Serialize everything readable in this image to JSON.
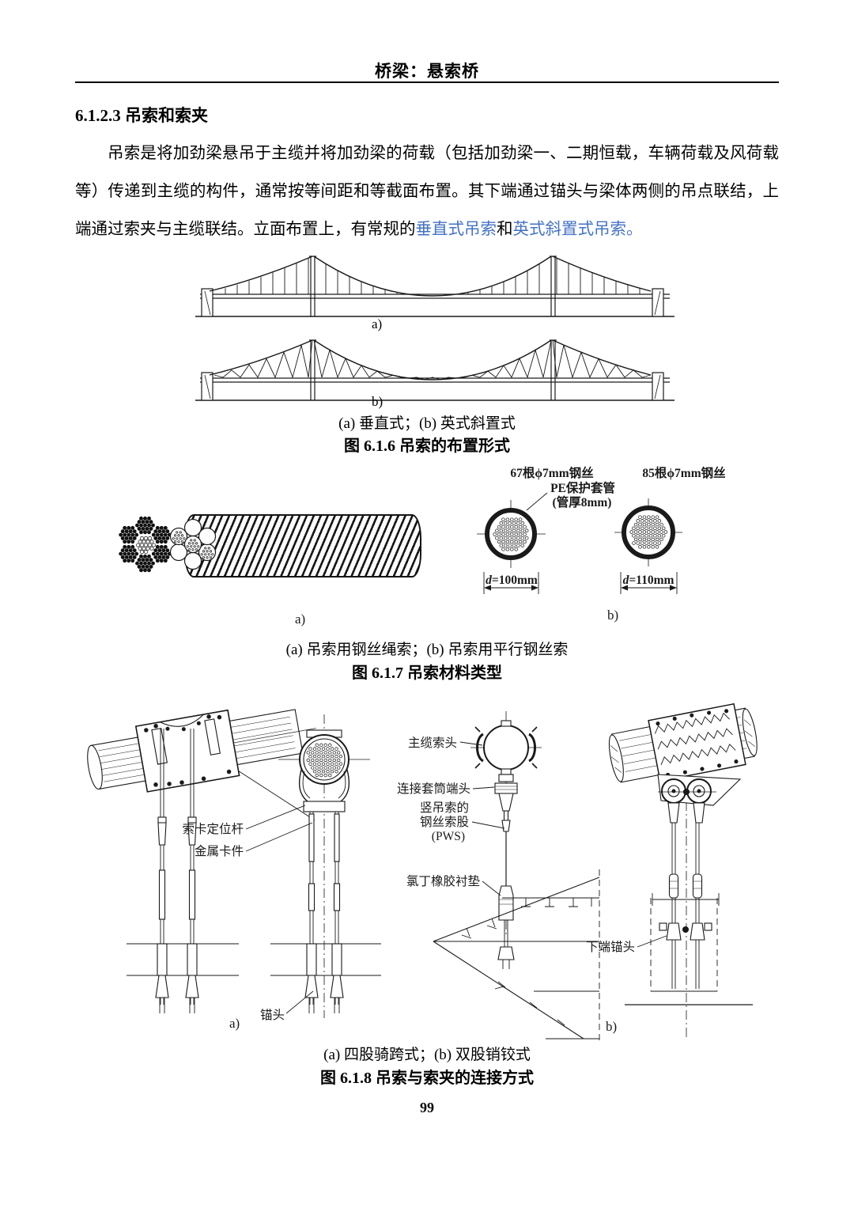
{
  "header": {
    "title": "桥梁：悬索桥"
  },
  "section": {
    "number_title": "6.1.2.3 吊索和索夹"
  },
  "paragraph": {
    "part1": "吊索是将加劲梁悬吊于主缆并将加劲梁的荷载（包括加劲梁一、二期恒载，车辆荷载及风荷载等）传递到主缆的构件，通常按等间距和等截面布置。其下端通过锚头与梁体两侧的吊点联结，上端通过索夹与主缆联结。立面布置上，有常规的",
    "link_vertical": "垂直式吊索",
    "conjunction": "和",
    "link_inclined": "英式斜置式吊索",
    "period": "。"
  },
  "fig616": {
    "label_a": "a)",
    "label_b": "b)",
    "caption_sub": "(a) 垂直式；(b) 英式斜置式",
    "caption_main": "图 6.1.6 吊索的布置形式"
  },
  "fig617": {
    "label_a": "a)",
    "label_b": "b)",
    "wires67": "67根ϕ7mm钢丝",
    "wires85": "85根ϕ7mm钢丝",
    "pe_line1": "PE保护套管",
    "pe_line2": "(管厚8mm)",
    "dim_d": "d",
    "dim100": "=100mm",
    "dim110": "=110mm",
    "caption_sub": "(a) 吊索用钢丝绳索；(b) 吊索用平行钢丝索",
    "caption_main": "图 6.1.7 吊索材料类型"
  },
  "fig618": {
    "label_a": "a)",
    "label_b": "b)",
    "callout_positioning_rod": "索卡定位杆",
    "callout_metal_clip": "金属卡件",
    "callout_anchor_head": "锚头",
    "callout_main_cable_head": "主缆索头",
    "callout_sleeve_end": "连接套筒端头",
    "callout_pws_line1": "竖吊索的",
    "callout_pws_line2": "钢丝索股",
    "callout_pws_line3": "(PWS)",
    "callout_rubber_pad": "氯丁橡胶衬垫",
    "callout_lower_anchor": "下端锚头",
    "caption_sub": "(a) 四股骑跨式；(b) 双股销铰式",
    "caption_main": "图 6.1.8 吊索与索夹的连接方式"
  },
  "footer": {
    "page_number": "99"
  },
  "colors": {
    "link_blue": "#4472C4",
    "ink": "#1a1a1a"
  }
}
